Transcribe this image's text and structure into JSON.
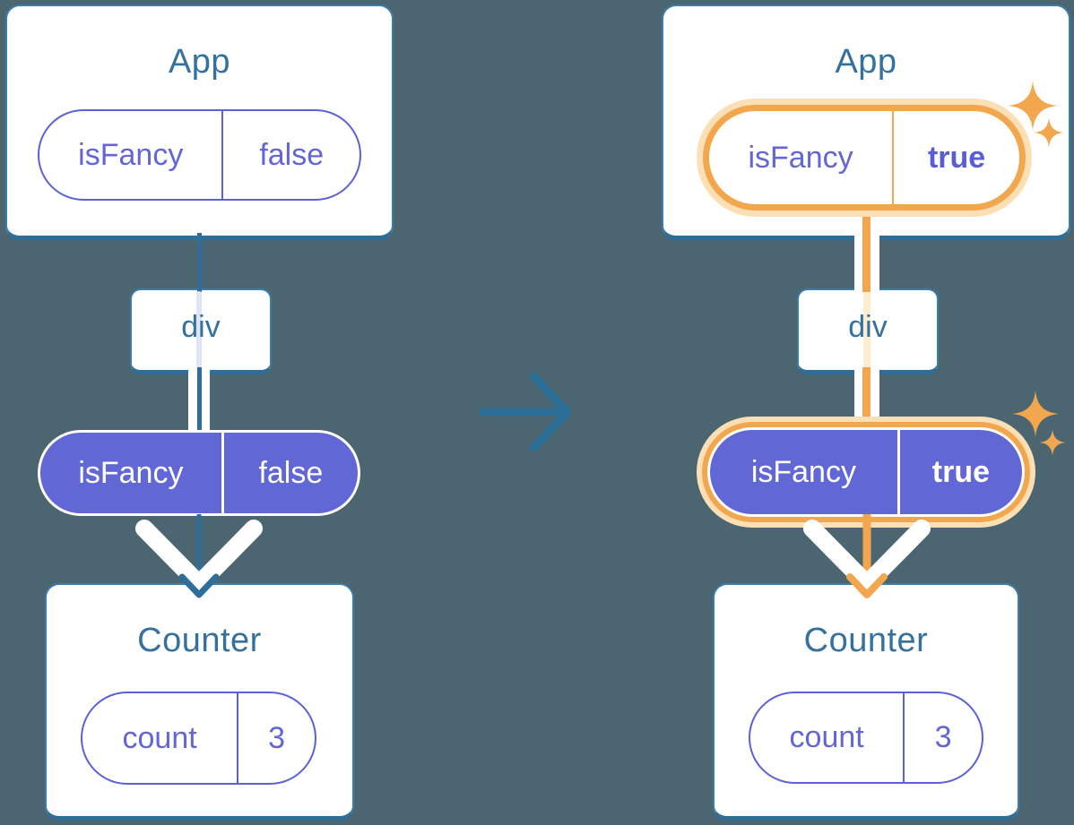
{
  "colors": {
    "background": "#4C6671",
    "tree_line_teal": "#2D6F9A",
    "card_border": "#3D7EA8",
    "component_title": "#35719E",
    "prop_purple_fill": "#6267D6",
    "prop_purple_text": "#6366D4",
    "highlight_orange": "#F2A74E",
    "highlight_orange_pale": "#FCDFB4",
    "transition_arrow": "#2A6F98"
  },
  "before": {
    "app": {
      "title": "App",
      "prop_name": "isFancy",
      "prop_value": "false"
    },
    "div_label": "div",
    "passed_prop": {
      "name": "isFancy",
      "value": "false"
    },
    "counter": {
      "title": "Counter",
      "state_name": "count",
      "state_value": "3"
    }
  },
  "after": {
    "app": {
      "title": "App",
      "prop_name": "isFancy",
      "prop_value": "true"
    },
    "div_label": "div",
    "passed_prop": {
      "name": "isFancy",
      "value": "true"
    },
    "counter": {
      "title": "Counter",
      "state_name": "count",
      "state_value": "3"
    }
  }
}
